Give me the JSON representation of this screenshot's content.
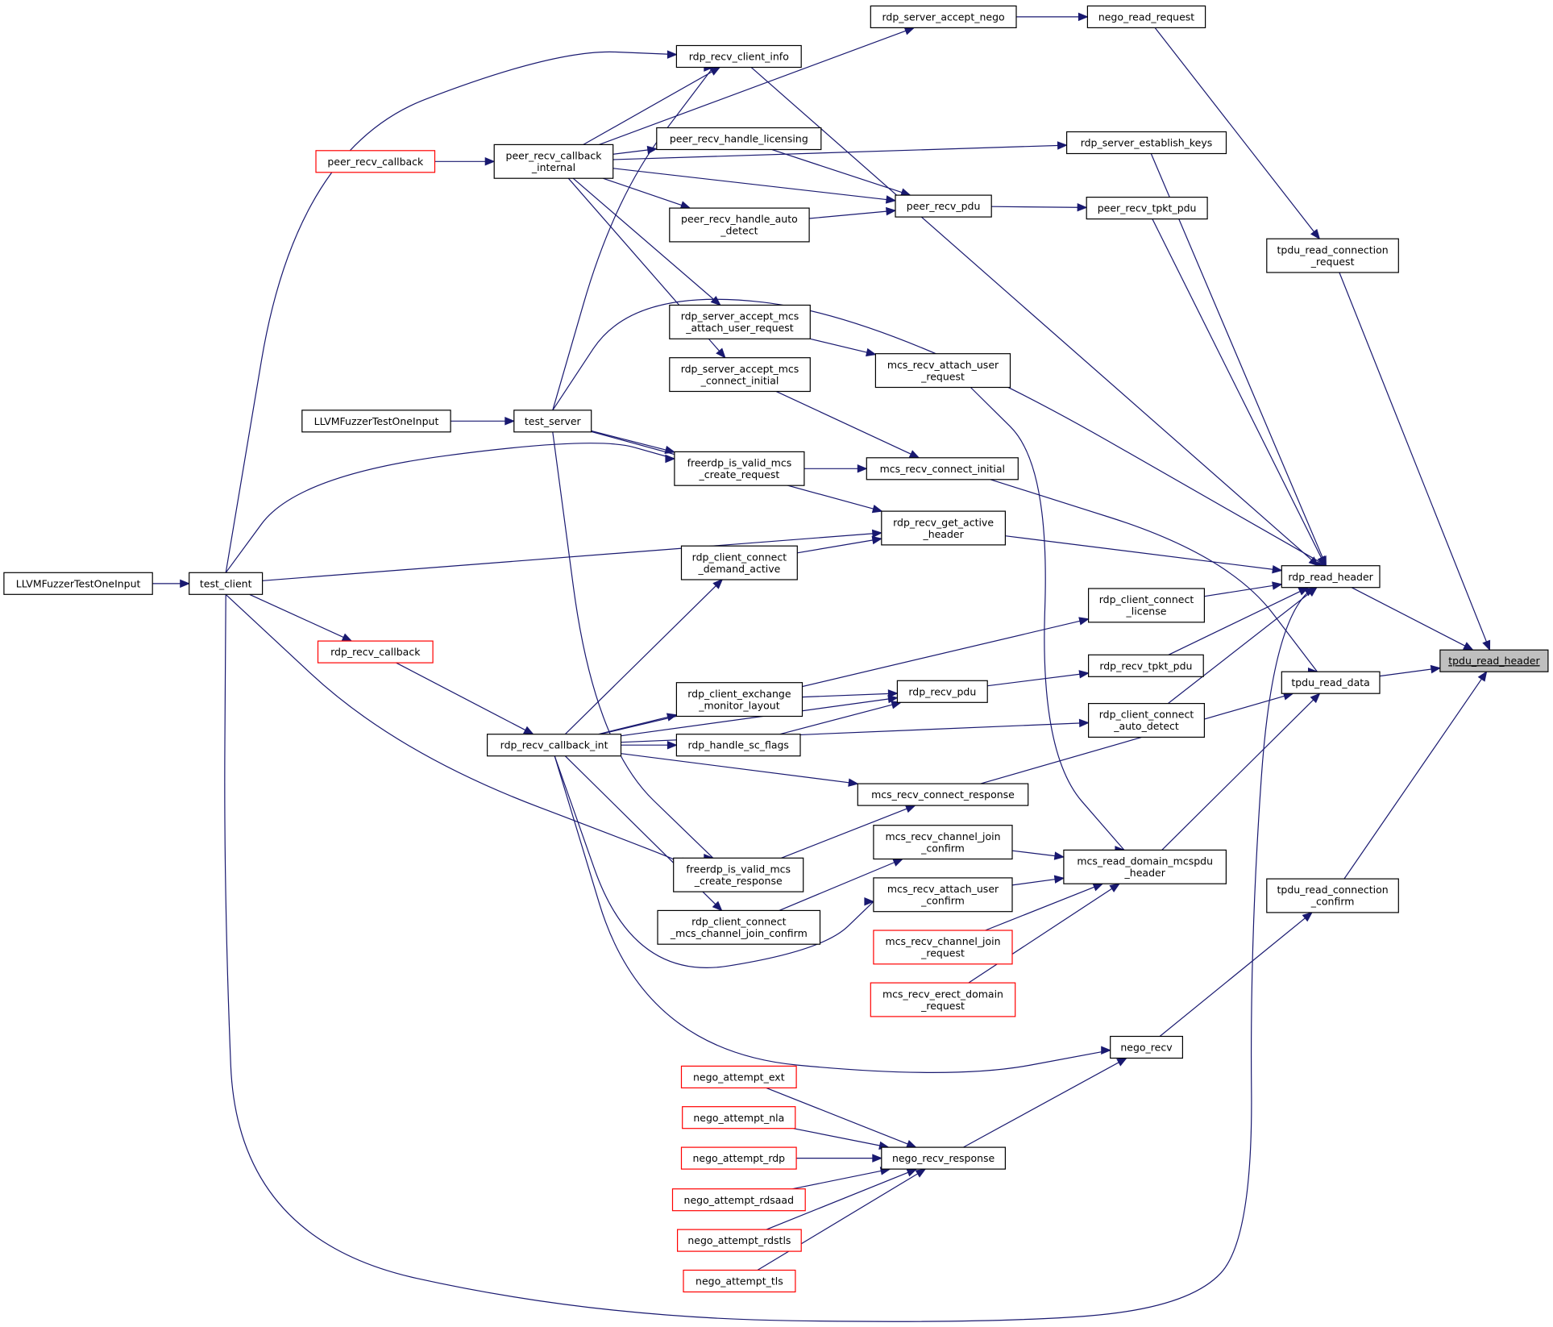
{
  "graph": {
    "colors": {
      "edge": "#191970",
      "node_border": "#000000",
      "truncated_border": "#ff0000",
      "current_fill": "#bfbfbf"
    },
    "nodes": {
      "tpdu_read_header": {
        "lines": [
          "tpdu_read_header"
        ],
        "style": "current"
      },
      "rdp_read_header": {
        "lines": [
          "rdp_read_header"
        ]
      },
      "tpdu_read_data": {
        "lines": [
          "tpdu_read_data"
        ]
      },
      "tpdu_read_connection_request": {
        "lines": [
          "tpdu_read_connection",
          "_request"
        ]
      },
      "tpdu_read_connection_confirm": {
        "lines": [
          "tpdu_read_connection",
          "_confirm"
        ]
      },
      "nego_read_request": {
        "lines": [
          "nego_read_request"
        ]
      },
      "rdp_server_accept_nego": {
        "lines": [
          "rdp_server_accept_nego"
        ]
      },
      "rdp_recv_client_info": {
        "lines": [
          "rdp_recv_client_info"
        ]
      },
      "rdp_server_establish_keys": {
        "lines": [
          "rdp_server_establish_keys"
        ]
      },
      "peer_recv_tpkt_pdu": {
        "lines": [
          "peer_recv_tpkt_pdu"
        ]
      },
      "peer_recv_pdu": {
        "lines": [
          "peer_recv_pdu"
        ]
      },
      "peer_recv_handle_licensing": {
        "lines": [
          "peer_recv_handle_licensing"
        ]
      },
      "peer_recv_handle_auto_detect": {
        "lines": [
          "peer_recv_handle_auto",
          "_detect"
        ]
      },
      "peer_recv_callback_internal": {
        "lines": [
          "peer_recv_callback",
          "_internal"
        ]
      },
      "peer_recv_callback": {
        "lines": [
          "peer_recv_callback"
        ],
        "style": "truncated"
      },
      "rdp_server_accept_mcs_attach_user_request": {
        "lines": [
          "rdp_server_accept_mcs",
          "_attach_user_request"
        ]
      },
      "mcs_recv_attach_user_request": {
        "lines": [
          "mcs_recv_attach_user",
          "_request"
        ]
      },
      "rdp_server_accept_mcs_connect_initial": {
        "lines": [
          "rdp_server_accept_mcs",
          "_connect_initial"
        ]
      },
      "test_server": {
        "lines": [
          "test_server"
        ]
      },
      "llvm_fuzzer_server": {
        "lines": [
          "LLVMFuzzerTestOneInput"
        ]
      },
      "mcs_recv_connect_initial": {
        "lines": [
          "mcs_recv_connect_initial"
        ]
      },
      "freerdp_is_valid_mcs_create_request": {
        "lines": [
          "freerdp_is_valid_mcs",
          "_create_request"
        ]
      },
      "rdp_recv_get_active_header": {
        "lines": [
          "rdp_recv_get_active",
          "_header"
        ]
      },
      "rdp_client_connect_demand_active": {
        "lines": [
          "rdp_client_connect",
          "_demand_active"
        ]
      },
      "test_client": {
        "lines": [
          "test_client"
        ]
      },
      "llvm_fuzzer_client": {
        "lines": [
          "LLVMFuzzerTestOneInput"
        ]
      },
      "rdp_client_connect_license": {
        "lines": [
          "rdp_client_connect",
          "_license"
        ]
      },
      "rdp_recv_callback": {
        "lines": [
          "rdp_recv_callback"
        ],
        "style": "truncated"
      },
      "rdp_recv_tpkt_pdu": {
        "lines": [
          "rdp_recv_tpkt_pdu"
        ]
      },
      "rdp_recv_pdu": {
        "lines": [
          "rdp_recv_pdu"
        ]
      },
      "rdp_client_exchange_monitor_layout": {
        "lines": [
          "rdp_client_exchange",
          "_monitor_layout"
        ]
      },
      "rdp_client_connect_auto_detect": {
        "lines": [
          "rdp_client_connect",
          "_auto_detect"
        ]
      },
      "rdp_recv_callback_int": {
        "lines": [
          "rdp_recv_callback_int"
        ]
      },
      "rdp_handle_sc_flags": {
        "lines": [
          "rdp_handle_sc_flags"
        ]
      },
      "mcs_recv_connect_response": {
        "lines": [
          "mcs_recv_connect_response"
        ]
      },
      "mcs_recv_channel_join_confirm": {
        "lines": [
          "mcs_recv_channel_join",
          "_confirm"
        ]
      },
      "mcs_read_domain_mcspdu_header": {
        "lines": [
          "mcs_read_domain_mcspdu",
          "_header"
        ]
      },
      "freerdp_is_valid_mcs_create_response": {
        "lines": [
          "freerdp_is_valid_mcs",
          "_create_response"
        ]
      },
      "mcs_recv_attach_user_confirm": {
        "lines": [
          "mcs_recv_attach_user",
          "_confirm"
        ]
      },
      "rdp_client_connect_mcs_channel_join_confirm": {
        "lines": [
          "rdp_client_connect",
          "_mcs_channel_join_confirm"
        ]
      },
      "mcs_recv_channel_join_request": {
        "lines": [
          "mcs_recv_channel_join",
          "_request"
        ],
        "style": "truncated"
      },
      "mcs_recv_erect_domain_request": {
        "lines": [
          "mcs_recv_erect_domain",
          "_request"
        ],
        "style": "truncated"
      },
      "nego_recv": {
        "lines": [
          "nego_recv"
        ]
      },
      "nego_attempt_ext": {
        "lines": [
          "nego_attempt_ext"
        ],
        "style": "truncated"
      },
      "nego_attempt_nla": {
        "lines": [
          "nego_attempt_nla"
        ],
        "style": "truncated"
      },
      "nego_attempt_rdp": {
        "lines": [
          "nego_attempt_rdp"
        ],
        "style": "truncated"
      },
      "nego_recv_response": {
        "lines": [
          "nego_recv_response"
        ]
      },
      "nego_attempt_rdsaad": {
        "lines": [
          "nego_attempt_rdsaad"
        ],
        "style": "truncated"
      },
      "nego_attempt_rdstls": {
        "lines": [
          "nego_attempt_rdstls"
        ],
        "style": "truncated"
      },
      "nego_attempt_tls": {
        "lines": [
          "nego_attempt_tls"
        ],
        "style": "truncated"
      }
    },
    "edges": [
      [
        "rdp_read_header",
        "tpdu_read_header"
      ],
      [
        "tpdu_read_data",
        "tpdu_read_header"
      ],
      [
        "tpdu_read_connection_request",
        "tpdu_read_header"
      ],
      [
        "tpdu_read_connection_confirm",
        "tpdu_read_header"
      ],
      [
        "nego_read_request",
        "tpdu_read_connection_request"
      ],
      [
        "rdp_server_accept_nego",
        "nego_read_request"
      ],
      [
        "peer_recv_callback_internal",
        "rdp_server_accept_nego"
      ],
      [
        "rdp_recv_client_info",
        "rdp_read_header"
      ],
      [
        "peer_recv_callback_internal",
        "rdp_recv_client_info"
      ],
      [
        "test_client",
        "rdp_recv_client_info"
      ],
      [
        "test_server",
        "rdp_recv_client_info"
      ],
      [
        "rdp_server_establish_keys",
        "rdp_read_header"
      ],
      [
        "peer_recv_callback_internal",
        "rdp_server_establish_keys"
      ],
      [
        "peer_recv_tpkt_pdu",
        "rdp_read_header"
      ],
      [
        "peer_recv_pdu",
        "peer_recv_tpkt_pdu"
      ],
      [
        "peer_recv_callback_internal",
        "peer_recv_pdu"
      ],
      [
        "peer_recv_handle_licensing",
        "peer_recv_pdu"
      ],
      [
        "peer_recv_handle_auto_detect",
        "peer_recv_pdu"
      ],
      [
        "peer_recv_callback_internal",
        "peer_recv_handle_licensing"
      ],
      [
        "peer_recv_callback_internal",
        "peer_recv_handle_auto_detect"
      ],
      [
        "peer_recv_callback",
        "peer_recv_callback_internal"
      ],
      [
        "test_server",
        "rdp_read_header"
      ],
      [
        "peer_recv_callback_internal",
        "rdp_server_accept_mcs_attach_user_request"
      ],
      [
        "rdp_server_accept_mcs_attach_user_request",
        "mcs_recv_attach_user_request"
      ],
      [
        "peer_recv_callback_internal",
        "rdp_server_accept_mcs_connect_initial"
      ],
      [
        "rdp_server_accept_mcs_connect_initial",
        "mcs_recv_connect_initial"
      ],
      [
        "mcs_recv_attach_user_request",
        "mcs_read_domain_mcspdu_header"
      ],
      [
        "llvm_fuzzer_server",
        "test_server"
      ],
      [
        "freerdp_is_valid_mcs_create_request",
        "mcs_recv_connect_initial"
      ],
      [
        "test_server",
        "freerdp_is_valid_mcs_create_request"
      ],
      [
        "test_client",
        "freerdp_is_valid_mcs_create_request"
      ],
      [
        "mcs_recv_connect_initial",
        "tpdu_read_data"
      ],
      [
        "test_server",
        "rdp_recv_get_active_header"
      ],
      [
        "test_client",
        "rdp_recv_get_active_header"
      ],
      [
        "rdp_client_connect_demand_active",
        "rdp_recv_get_active_header"
      ],
      [
        "rdp_recv_get_active_header",
        "rdp_read_header"
      ],
      [
        "rdp_recv_callback_int",
        "rdp_client_connect_demand_active"
      ],
      [
        "llvm_fuzzer_client",
        "test_client"
      ],
      [
        "rdp_client_connect_license",
        "rdp_read_header"
      ],
      [
        "rdp_recv_callback_int",
        "rdp_client_connect_license"
      ],
      [
        "test_client",
        "rdp_recv_callback"
      ],
      [
        "rdp_recv_callback",
        "rdp_recv_callback_int"
      ],
      [
        "rdp_recv_tpkt_pdu",
        "rdp_read_header"
      ],
      [
        "rdp_recv_pdu",
        "rdp_recv_tpkt_pdu"
      ],
      [
        "rdp_recv_callback_int",
        "rdp_recv_pdu"
      ],
      [
        "rdp_client_exchange_monitor_layout",
        "rdp_recv_pdu"
      ],
      [
        "rdp_handle_sc_flags",
        "rdp_recv_pdu"
      ],
      [
        "rdp_recv_callback_int",
        "rdp_client_exchange_monitor_layout"
      ],
      [
        "rdp_recv_callback_int",
        "rdp_handle_sc_flags"
      ],
      [
        "rdp_client_connect_auto_detect",
        "rdp_read_header"
      ],
      [
        "rdp_recv_callback_int",
        "rdp_client_connect_auto_detect"
      ],
      [
        "mcs_recv_connect_response",
        "tpdu_read_data"
      ],
      [
        "rdp_recv_callback_int",
        "mcs_recv_connect_response"
      ],
      [
        "freerdp_is_valid_mcs_create_response",
        "mcs_recv_connect_response"
      ],
      [
        "test_client",
        "freerdp_is_valid_mcs_create_response"
      ],
      [
        "test_server",
        "freerdp_is_valid_mcs_create_response"
      ],
      [
        "mcs_recv_channel_join_confirm",
        "mcs_read_domain_mcspdu_header"
      ],
      [
        "rdp_client_connect_mcs_channel_join_confirm",
        "mcs_recv_channel_join_confirm"
      ],
      [
        "rdp_recv_callback_int",
        "rdp_client_connect_mcs_channel_join_confirm"
      ],
      [
        "mcs_recv_attach_user_confirm",
        "mcs_read_domain_mcspdu_header"
      ],
      [
        "rdp_recv_callback_int",
        "mcs_recv_attach_user_confirm"
      ],
      [
        "mcs_recv_channel_join_request",
        "mcs_read_domain_mcspdu_header"
      ],
      [
        "mcs_recv_erect_domain_request",
        "mcs_read_domain_mcspdu_header"
      ],
      [
        "mcs_read_domain_mcspdu_header",
        "tpdu_read_data"
      ],
      [
        "nego_recv",
        "tpdu_read_connection_confirm"
      ],
      [
        "rdp_recv_callback_int",
        "nego_recv"
      ],
      [
        "nego_recv_response",
        "nego_recv"
      ],
      [
        "nego_attempt_ext",
        "nego_recv_response"
      ],
      [
        "nego_attempt_nla",
        "nego_recv_response"
      ],
      [
        "nego_attempt_rdp",
        "nego_recv_response"
      ],
      [
        "nego_attempt_rdsaad",
        "nego_recv_response"
      ],
      [
        "nego_attempt_rdstls",
        "nego_recv_response"
      ],
      [
        "nego_attempt_tls",
        "nego_recv_response"
      ],
      [
        "test_client",
        "rdp_read_header"
      ]
    ]
  }
}
